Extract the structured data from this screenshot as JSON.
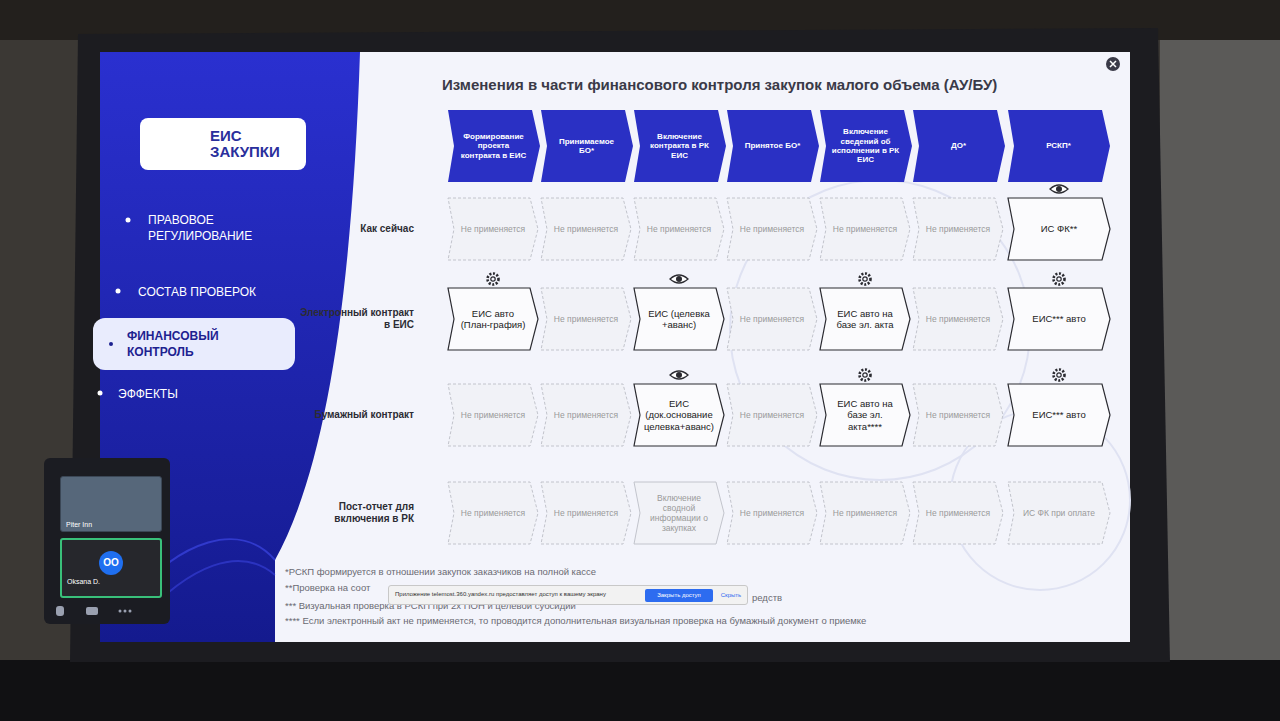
{
  "diagram": {
    "title": "Изменения в части финансового контроля закупок малого объема (АУ/БУ)",
    "nodes": [
      {
        "text": [
          "ЕИС ЗАКУПКИ"
        ]
      },
      {
        "text": [
          "ФИНАНСОВЫЙ КОНТРОЛЬ"
        ]
      },
      {
        "text": [
          "Формирование проекта контракта в ЕИС"
        ]
      },
      {
        "text": [
          "Принимаемое БО*"
        ]
      },
      {
        "text": [
          "Включение контракта в РК ЕИС"
        ]
      },
      {
        "text": [
          "Принятое БО*"
        ]
      },
      {
        "text": [
          "Включение сведений об исполнении в РК ЕИС"
        ]
      },
      {
        "text": [
          "ДО*"
        ]
      },
      {
        "text": [
          "РСКП*"
        ]
      },
      {
        "text": [
          "Не применяется"
        ]
      },
      {
        "text": [
          "Не применяется"
        ]
      },
      {
        "text": [
          "Не применяется"
        ]
      },
      {
        "text": [
          "Не применяется"
        ]
      },
      {
        "text": [
          "Не применяется"
        ]
      },
      {
        "text": [
          "Не применяется"
        ]
      },
      {
        "text": [
          "ИС ФК**"
        ]
      },
      {
        "text": [
          "ЕИС авто (План-графия)"
        ]
      },
      {
        "text": [
          "Не применяется"
        ]
      },
      {
        "text": [
          "ЕИС (целевка +аванс)"
        ]
      },
      {
        "text": [
          "Не применяется"
        ]
      },
      {
        "text": [
          "ЕИС авто на базе эл. акта"
        ]
      },
      {
        "text": [
          "Не применяется"
        ]
      },
      {
        "text": [
          "ЕИС*** авто"
        ]
      },
      {
        "text": [
          "Не применяется"
        ]
      },
      {
        "text": [
          "Не применяется"
        ]
      },
      {
        "text": [
          "ЕИС (док.основание целевка+аванс)"
        ]
      },
      {
        "text": [
          "Не применяется"
        ]
      },
      {
        "text": [
          "ЕИС авто на базе эл. акта****"
        ]
      },
      {
        "text": [
          "Не применяется"
        ]
      },
      {
        "text": [
          "ЕИС*** авто"
        ]
      },
      {
        "text": [
          "Не применяется"
        ]
      },
      {
        "text": [
          "Не применяется"
        ]
      },
      {
        "text": [
          "Включение сводной информации о закупках"
        ]
      },
      {
        "text": [
          "Не применяется"
        ]
      },
      {
        "text": [
          "Не применяется"
        ]
      },
      {
        "text": [
          "Не применяется"
        ]
      },
      {
        "text": [
          "ИС ФК при оплате"
        ]
      },
      {
        "text": [
          "Приложение telemost.360.yandex.ru предоставляет доступ к вашему экрану"
        ]
      },
      {
        "text": [
          "Закрыть доступ"
        ],
        "in": 37
      },
      {
        "text": [
          "Скрыть"
        ],
        "in": 37
      },
      {
        "text": [
          "Piter Inn"
        ]
      },
      {
        "text": [
          "OO",
          "Oksana D."
        ]
      }
    ],
    "labels": [
      "ПРАВОВОЕ РЕГУЛИРОВАНИЕ",
      "СОСТАВ ПРОВЕРОК",
      "ЭФФЕКТЫ",
      "Как сейчас",
      "Электронный контракт в ЕИС",
      "Бумажный контракт",
      "Пост-отчет для включения в РК",
      "*РСКП формируется в отношении закупок заказчиков на полной кассе",
      "**Проверка на соот",
      "редств",
      "*** Визуальная проверка в РСКП при 2х ПОН и целевой субсидии",
      "**** Если электронный акт не применяется, то проводится дополнительная визуальная проверка на бумажный документ о приемке"
    ]
  }
}
